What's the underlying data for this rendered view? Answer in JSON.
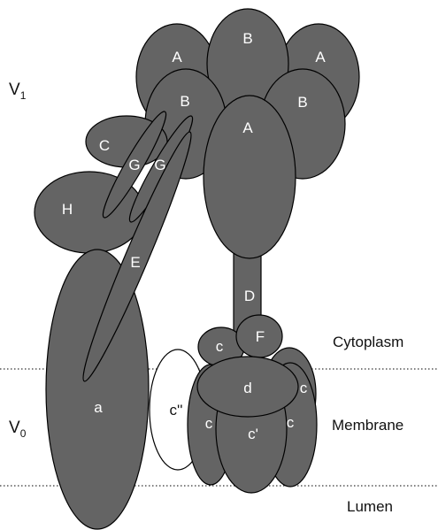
{
  "colors": {
    "subunit_fill": "#646464",
    "outline": "#000000",
    "white_fill": "#ffffff",
    "text_on_subunit": "#ffffff",
    "text_dark": "#111111"
  },
  "domains": {
    "v1": {
      "main": "V",
      "sub": "1"
    },
    "v0": {
      "main": "V",
      "sub": "0"
    }
  },
  "regions": {
    "cytoplasm": "Cytoplasm",
    "membrane": "Membrane",
    "lumen": "Lumen"
  },
  "subunits": {
    "a_left": "A",
    "b_top": "B",
    "a_right": "A",
    "b_left": "B",
    "b_right": "B",
    "a_center": "A",
    "c_upper": "C",
    "g_1": "G",
    "g_2": "G",
    "h": "H",
    "e": "E",
    "d_upper": "D",
    "f": "F",
    "a_lower": "a",
    "c_double_prime": "c''",
    "c_top": "c",
    "d_lower": "d",
    "c_right": "c",
    "c_left": "c",
    "c_prime": "c'",
    "c_right_lower": "c"
  }
}
